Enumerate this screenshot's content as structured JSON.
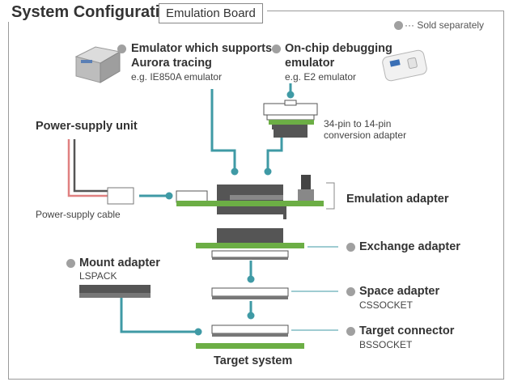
{
  "header": {
    "title": "System Configuration",
    "subtitle": "Emulation Board"
  },
  "legend": {
    "sold_separately": "··· Sold separately"
  },
  "emulator_aurora": {
    "line1": "Emulator which supports",
    "line2": "Aurora tracing",
    "example": "e.g. IE850A emulator"
  },
  "onchip_debug": {
    "line1": "On-chip debugging",
    "line2": "emulator",
    "example": "e.g. E2 emulator"
  },
  "conversion_adapter": {
    "line1": "34-pin to 14-pin",
    "line2": "conversion adapter"
  },
  "power_supply": {
    "unit": "Power-supply unit",
    "cable": "Power-supply cable"
  },
  "emulation_adapter": {
    "label": "Emulation adapter"
  },
  "exchange_adapter": {
    "label": "Exchange adapter"
  },
  "mount_adapter": {
    "label": "Mount adapter",
    "part": "LSPACK"
  },
  "space_adapter": {
    "label": "Space adapter",
    "part": "CSSOCKET"
  },
  "target_connector": {
    "label": "Target connector",
    "part": "BSSOCKET"
  },
  "target_system": {
    "label": "Target system"
  },
  "colors": {
    "teal": "#3f9aa5",
    "green": "#6cae45",
    "dark": "#555555",
    "gray_dot": "#a0a0a0",
    "red_cable": "#e08080"
  },
  "icons": {
    "emulator_device": "ie850a-emulator-device-icon",
    "e2_device": "e2-emulator-device-icon",
    "dot": "sold-separately-dot-icon"
  }
}
